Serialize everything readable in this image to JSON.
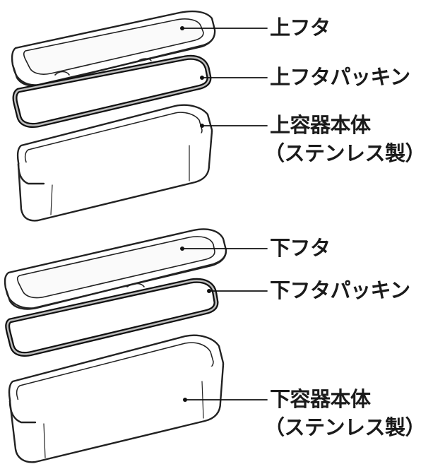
{
  "labels": {
    "upper_lid": "上フタ",
    "upper_lid_packing": "上フタパッキン",
    "upper_container_line1": "上容器本体",
    "upper_container_line2": "（ステンレス製）",
    "lower_lid": "下フタ",
    "lower_lid_packing": "下フタパッキン",
    "lower_container_line1": "下容器本体",
    "lower_container_line2": "（ステンレス製）"
  }
}
